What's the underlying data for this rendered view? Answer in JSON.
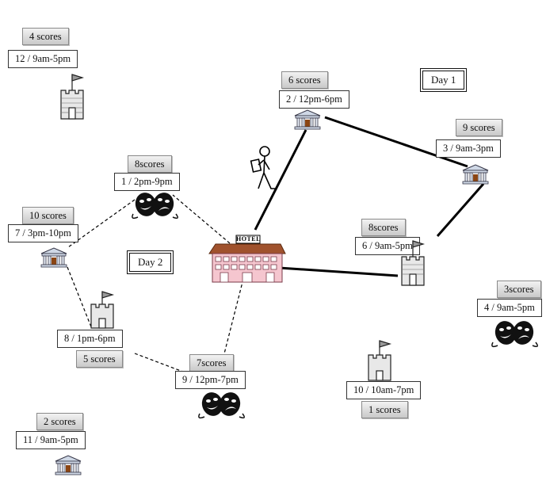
{
  "day_labels": {
    "day1": "Day 1",
    "day2": "Day 2"
  },
  "hotel": {
    "sign": "HOTEL",
    "icon": "hotel-icon"
  },
  "attractions": [
    {
      "id": "a12",
      "scores": "4 scores",
      "info": "12 / 9am-5pm",
      "icon": "castle-icon"
    },
    {
      "id": "a2",
      "scores": "6 scores",
      "info": "2 / 12pm-6pm",
      "icon": "museum-icon"
    },
    {
      "id": "a3",
      "scores": "9 scores",
      "info": "3 / 9am-3pm",
      "icon": "museum-icon"
    },
    {
      "id": "a6",
      "scores": "8scores",
      "info": "6 / 9am-5pm",
      "icon": "castle-icon"
    },
    {
      "id": "a4",
      "scores": "3scores",
      "info": "4 / 9am-5pm",
      "icon": "theater-masks-icon"
    },
    {
      "id": "a1",
      "scores": "8scores",
      "info": "1 / 2pm-9pm",
      "icon": "theater-masks-icon"
    },
    {
      "id": "a7",
      "scores": "10 scores",
      "info": "7 / 3pm-10pm",
      "icon": "museum-icon"
    },
    {
      "id": "a8",
      "scores": "5 scores",
      "info": "8 / 1pm-6pm",
      "icon": "castle-icon"
    },
    {
      "id": "a9",
      "scores": "7scores",
      "info": "9 / 12pm-7pm",
      "icon": "theater-masks-icon"
    },
    {
      "id": "a10",
      "scores": "1 scores",
      "info": "10 / 10am-7pm",
      "icon": "castle-icon"
    },
    {
      "id": "a11",
      "scores": "2 scores",
      "info": "11 / 9am-5pm",
      "icon": "museum-icon"
    }
  ],
  "routes": {
    "day1": {
      "style": "solid",
      "stops": [
        "hotel",
        "a2",
        "a3",
        "a6",
        "hotel"
      ]
    },
    "day2": {
      "style": "dashed",
      "stops": [
        "hotel",
        "a1",
        "a7",
        "a8",
        "a9",
        "hotel"
      ]
    }
  }
}
